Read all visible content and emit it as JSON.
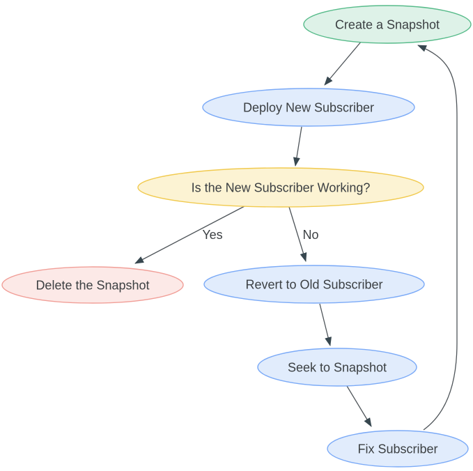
{
  "diagram": {
    "background": "#ffffff",
    "edge_color": "#4e5459",
    "arrowhead_color": "#37474f",
    "text_color": "#3c4043"
  },
  "nodes": [
    {
      "id": "create-a-snapshot",
      "label": "Create a Snapshot",
      "fill": "#def2e8",
      "stroke": "#57bb8a"
    },
    {
      "id": "deploy-new-subscriber",
      "label": "Deploy New Subscriber",
      "fill": "#e1ecfc",
      "stroke": "#7baaf7"
    },
    {
      "id": "is-the-new-subscriber-working",
      "label": "Is the New Subscriber Working?",
      "fill": "#fcf3d3",
      "stroke": "#f1ca4f"
    },
    {
      "id": "delete-the-snapshot",
      "label": "Delete the Snapshot",
      "fill": "#fce9e7",
      "stroke": "#f19f98"
    },
    {
      "id": "revert-to-old-subscriber",
      "label": "Revert to Old Subscriber",
      "fill": "#e1ecfc",
      "stroke": "#7baaf7"
    },
    {
      "id": "seek-to-snapshot",
      "label": "Seek to Snapshot",
      "fill": "#e1ecfc",
      "stroke": "#7baaf7"
    },
    {
      "id": "fix-subscriber",
      "label": "Fix Subscriber",
      "fill": "#e1ecfc",
      "stroke": "#7baaf7"
    }
  ],
  "edges": [
    {
      "from": "Create a Snapshot",
      "to": "Deploy New Subscriber",
      "label": ""
    },
    {
      "from": "Deploy New Subscriber",
      "to": "Is the New Subscriber Working?",
      "label": ""
    },
    {
      "from": "Is the New Subscriber Working?",
      "to": "Delete the Snapshot",
      "label": "Yes"
    },
    {
      "from": "Is the New Subscriber Working?",
      "to": "Revert to Old Subscriber",
      "label": "No"
    },
    {
      "from": "Revert to Old Subscriber",
      "to": "Seek to Snapshot",
      "label": ""
    },
    {
      "from": "Seek to Snapshot",
      "to": "Fix Subscriber",
      "label": ""
    },
    {
      "from": "Fix Subscriber",
      "to": "Create a Snapshot",
      "label": ""
    }
  ]
}
